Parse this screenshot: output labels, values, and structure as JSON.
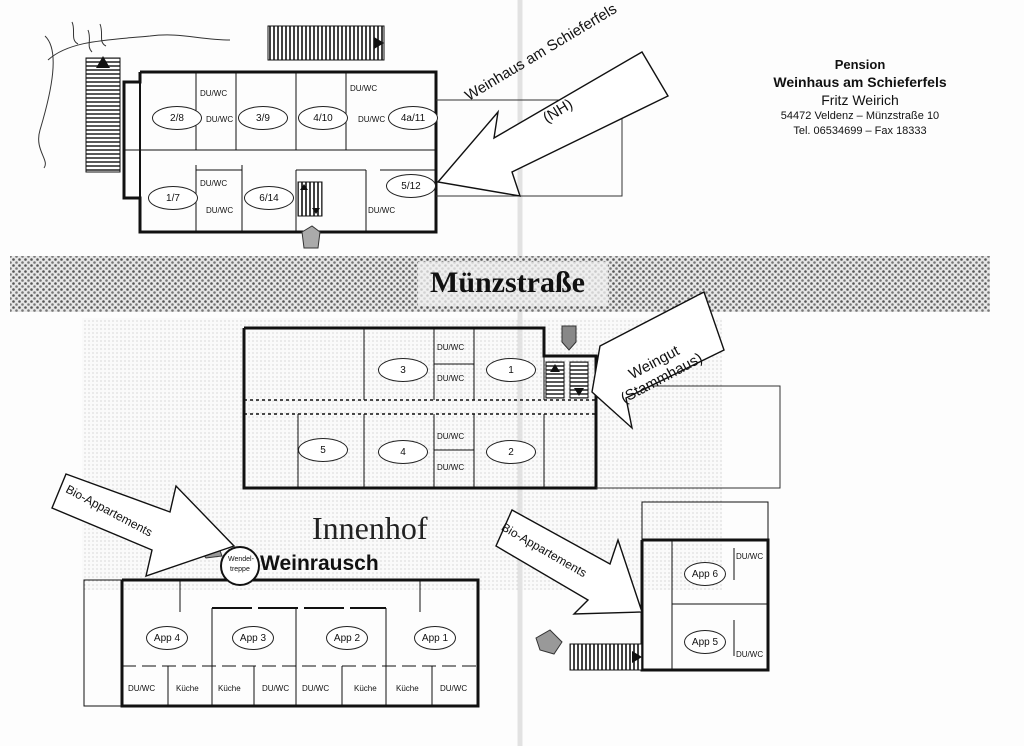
{
  "header": {
    "line1": "Pension",
    "line2": "Weinhaus am Schieferfels",
    "line3": "Fritz Weirich",
    "line4": "54472 Veldenz – Münzstraße 10",
    "line5": "Tel. 06534699 – Fax 18333"
  },
  "street_label": "Münzstraße",
  "courtyard_label": "Innenhof",
  "building_label": "Weinrausch",
  "spiral_stair_label": [
    "Wendel-",
    "treppe"
  ],
  "arrows": {
    "main_house": [
      "Weinhaus am Schieferfels",
      "(NH)"
    ],
    "winery": [
      "Weingut",
      "(Stammhaus)"
    ],
    "bio_left": "Bio-Appartements",
    "bio_right": "Bio-Appartements"
  },
  "top_building": {
    "rooms": [
      "2/8",
      "3/9",
      "4/10",
      "4a/11",
      "1/7",
      "6/14",
      "5/12"
    ],
    "bath_label": "DU/WC"
  },
  "middle_building": {
    "rooms": [
      "3",
      "1",
      "5",
      "4",
      "2"
    ],
    "bath_label": "DU/WC"
  },
  "weinrausch_building": {
    "apartments": [
      "App 4",
      "App 3",
      "App 2",
      "App 1"
    ],
    "bottom_cells": [
      "DU/WC",
      "Küche",
      "Küche",
      "DU/WC",
      "DU/WC",
      "Küche",
      "Küche",
      "DU/WC"
    ]
  },
  "right_building": {
    "apartments": [
      "App 6",
      "App 5"
    ],
    "bath_label": "DU/WC"
  }
}
